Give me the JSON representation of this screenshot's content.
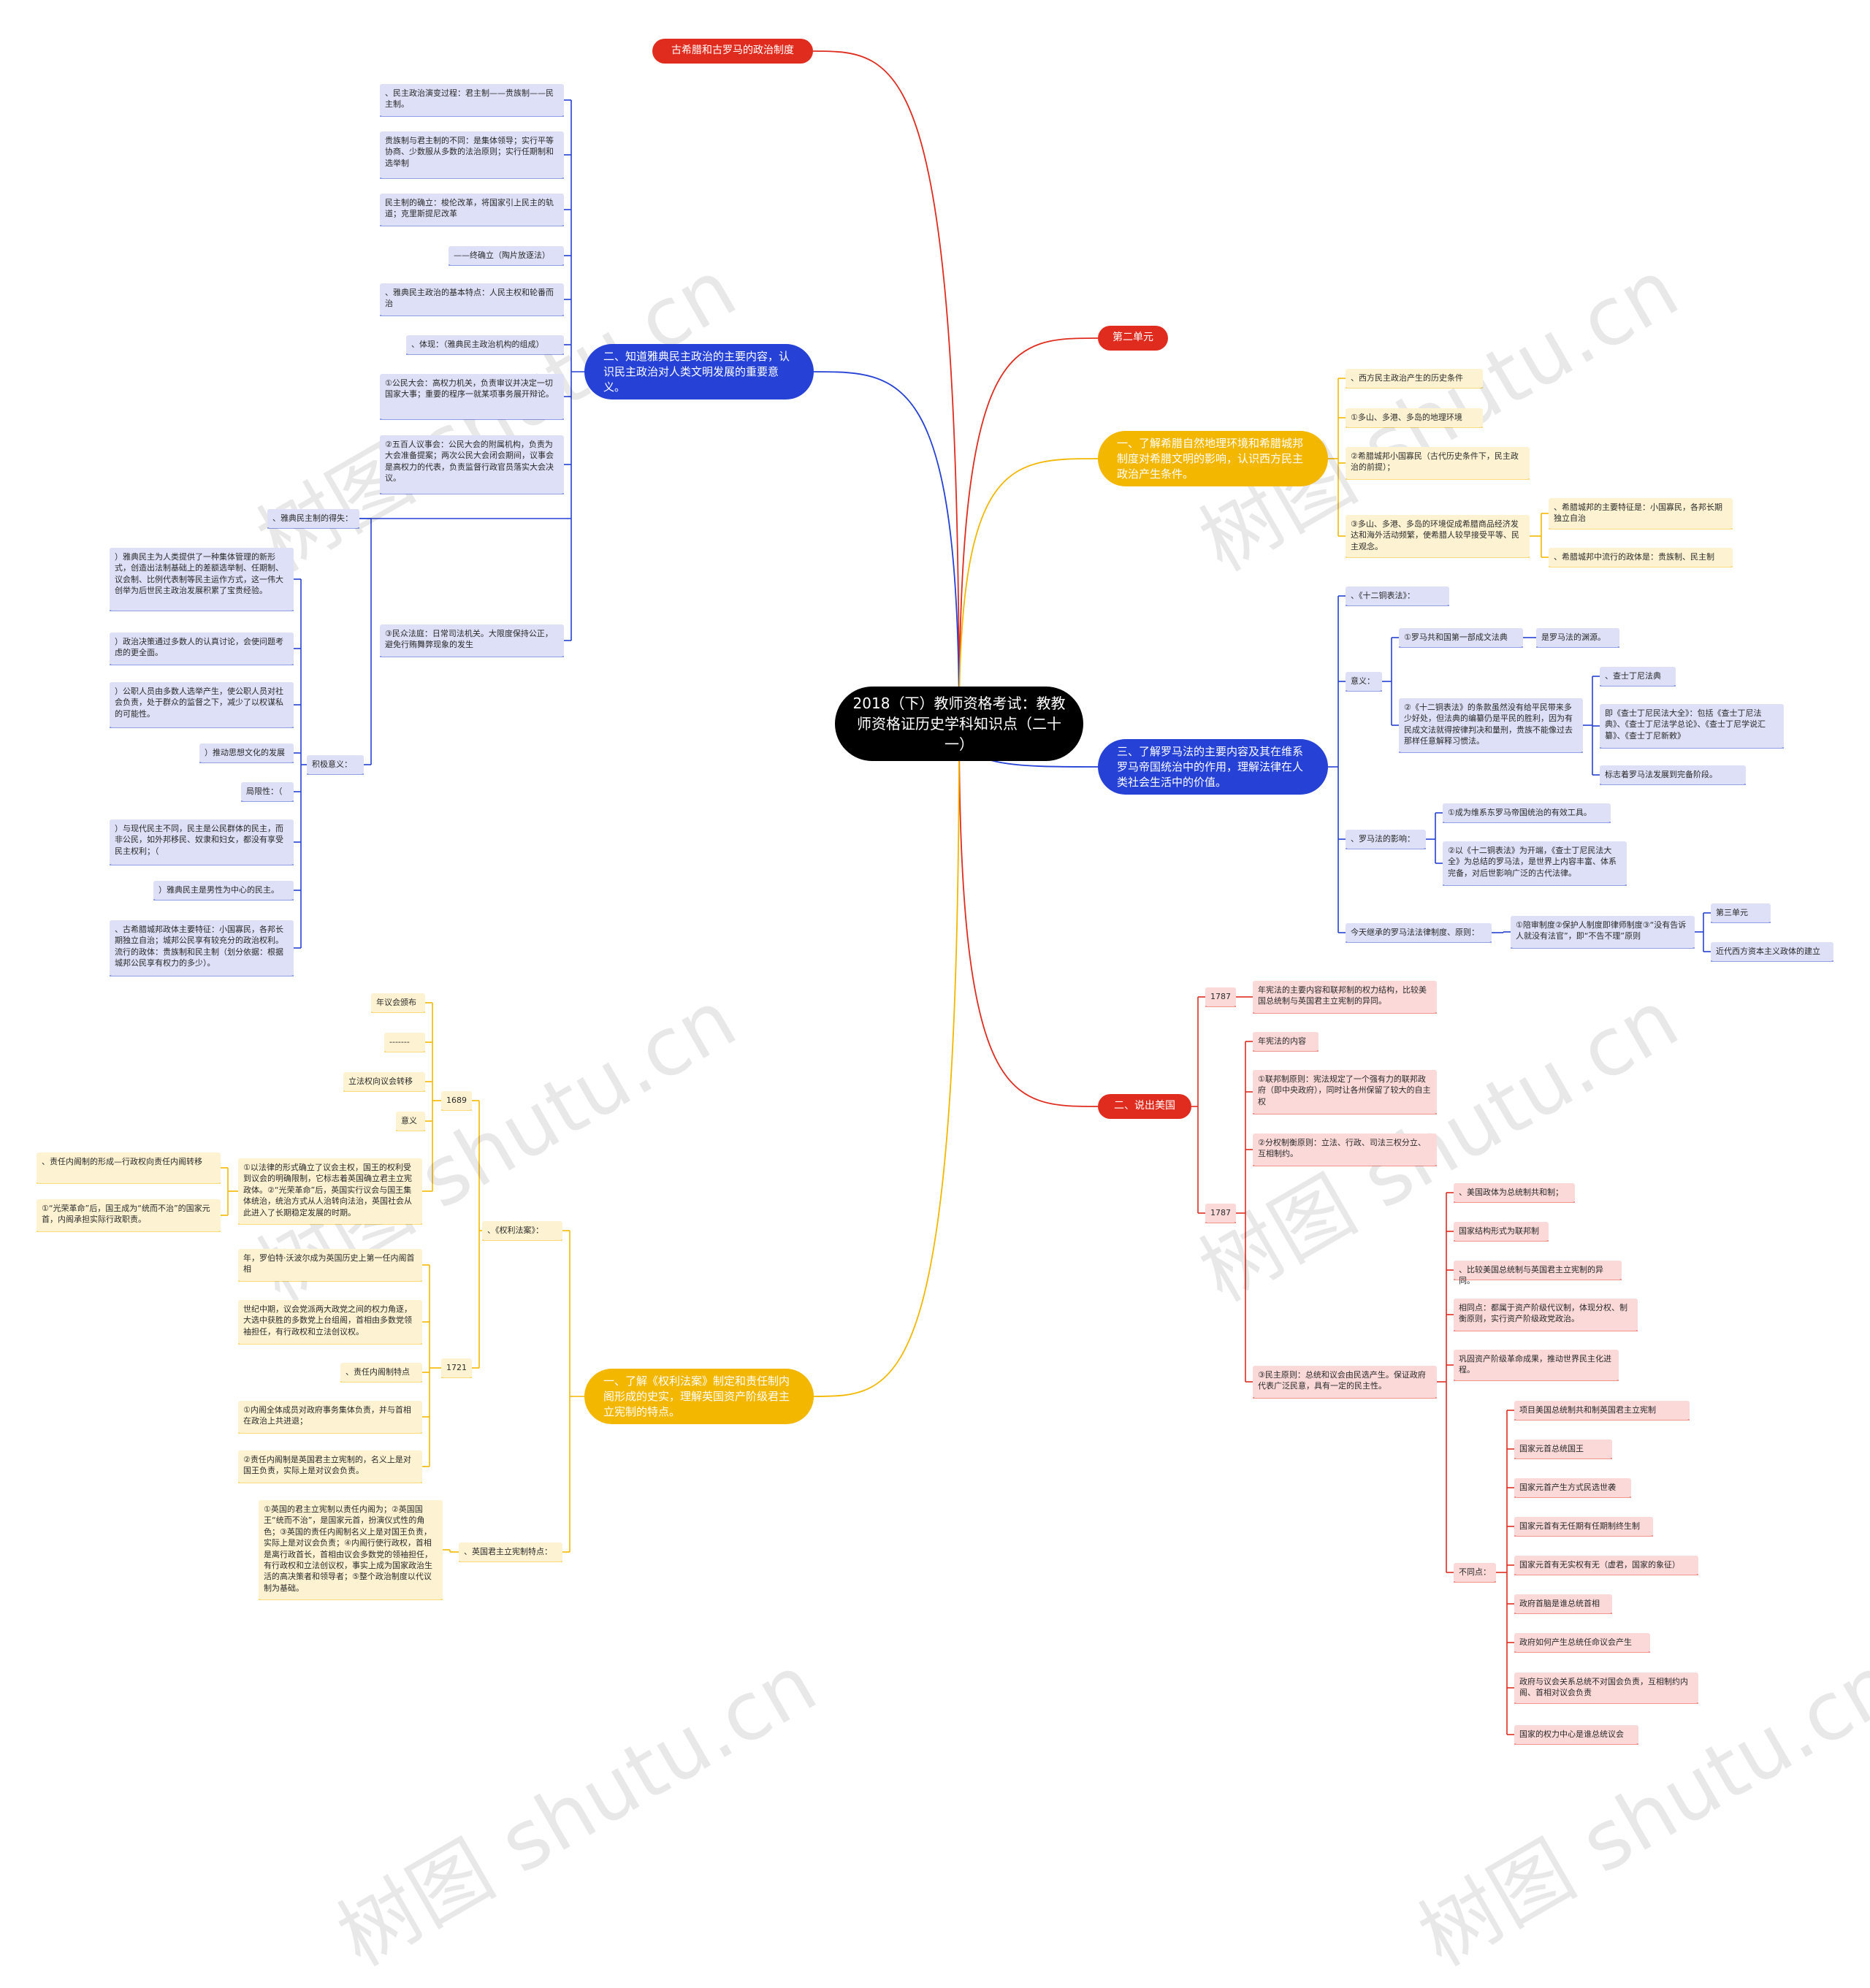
{
  "root": "2018（下）教师资格考试：教教师资格证历史学科知识点（二十一）",
  "branches": {
    "greek": "古希腊和古罗马的政治制度",
    "unit2": "第二单元",
    "athens": "二、知道雅典民主政治的主要内容，认识民主政治对人类文明发展的重要意义。",
    "greece_geo": "一、了解希腊自然地理环境和希腊城邦制度对希腊文明的影响，认识西方民主政治产生条件。",
    "rome": "三、了解罗马法的主要内容及其在维系罗马帝国统治中的作用，理解法律在人类社会生活中的价值。",
    "usa": "二、说出美国",
    "britain": "一、了解《权利法案》制定和责任制内阁形成的史实，理解英国资产阶级君主立宪制的特点。"
  },
  "athens": {
    "items": [
      "、民主政治演变过程：君主制——贵族制——民主制。",
      "贵族制与君主制的不同：是集体领导；实行平等协商、少数服从多数的法治原则；实行任期制和选举制",
      "民主制的确立：梭伦改革，将国家引上民主的轨道；克里斯提尼改革",
      "——终确立（陶片放逐法）",
      "、雅典民主政治的基本特点：人民主权和轮番而治",
      "、体现：（雅典民主政治机构的组成）",
      "①公民大会：高权力机关，负责审议并决定一切国家大事；重要的程序一就某项事务展开辩论。",
      "②五百人议事会：公民大会的附属机构，负责为大会准备提案；两次公民大会闭会期间，议事会是高权力的代表，负责监督行政官员落实大会决议。",
      "③民众法庭：日常司法机关。大限度保持公正，避免行贿舞弊现象的发生"
    ],
    "deshi": "、雅典民主制的得失：",
    "jiji": "积极意义：",
    "jiji_items": [
      "）雅典民主为人类提供了一种集体管理的新形式，创造出法制基础上的差额选举制、任期制、议会制、比例代表制等民主运作方式，这一伟大创举为后世民主政治发展积累了宝贵经验。",
      "）政治决策通过多数人的认真讨论，会使问题考虑的更全面。",
      "）公职人员由多数人选举产生，使公职人员对社会负责，处于群众的监督之下，减少了以权谋私的可能性。",
      "）推动思想文化的发展",
      "局限性：（",
      "）与现代民主不同，民主是公民群体的民主，而非公民，如外邦移民、奴隶和妇女，都没有享受民主权利；（",
      "）雅典民主是男性为中心的民主。",
      "、古希腊城邦政体主要特征：小国寡民，各邦长期独立自治；城邦公民享有较充分的政治权利。流行的政体：贵族制和民主制（划分依据：根据城邦公民享有权力的多少）。"
    ]
  },
  "greece_geo": {
    "items": [
      "、西方民主政治产生的历史条件",
      "①多山、多港、多岛的地理环境",
      "②希腊城邦小国寡民（古代历史条件下，民主政治的前提）；",
      "③多山、多港、多岛的环境促成希腊商品经济发达和海外活动频繁，使希腊人较早接受平等、民主观念。"
    ],
    "sub": [
      "、希腊城邦的主要特征是：小国寡民，各邦长期独立自治",
      "、希腊城邦中流行的政体是：贵族制、民主制"
    ]
  },
  "rome": {
    "twelve": "、《十二铜表法》：",
    "yiyi": "意义：",
    "first": "①罗马共和国第一部成文法典",
    "first_res": "是罗马法的渊源。",
    "second": "②《十二铜表法》的条款虽然没有给平民带来多少好处，但法典的编纂仍是平民的胜利，因为有民成文法就得按律判决和量刑，贵族不能像过去那样任意解释习惯法。",
    "just": "、查士丁尼法典",
    "just_content": "即《查士丁尼民法大全》：包括《查士丁尼法典》、《查士丁尼法学总论》、《查士丁尼学说汇纂》、《查士丁尼新敕》",
    "just_mark": "标志着罗马法发展到完备阶段。",
    "influence": "、罗马法的影响：",
    "inf1": "①成为维系东罗马帝国统治的有效工具。",
    "inf2": "②以《十二铜表法》为开端，《查士丁尼民法大全》为总结的罗马法，是世界上内容丰富、体系完备，对后世影响广泛的古代法律。",
    "today": "今天继承的罗马法法律制度、原则：",
    "today_content": "①陪审制度②保护人制度即律师制度③“没有告诉人就没有法官”，即“不告不理”原则",
    "unit3": "第三单元",
    "modern": "近代西方资本主义政体的建立"
  },
  "usa": {
    "y1787a": "1787",
    "y1787a_content": "年宪法的主要内容和联邦制的权力结构，比较美国总统制与英国君主立宪制的异同。",
    "y1787b": "1787",
    "constitution": "年宪法的内容",
    "fed": "①联邦制原则：宪法规定了一个强有力的联邦政府（即中央政府），同时让各州保留了较大的自主权",
    "sep": "②分权制衡原则：立法、行政、司法三权分立、互相制约。",
    "demo": "③民主原则：总统和议会由民选产生。保证政府代表广泛民意，具有一定的民主性。",
    "demo_items": [
      "、美国政体为总统制共和制；",
      "国家结构形式为联邦制",
      "、比较美国总统制与英国君主立宪制的异同。",
      "相同点：都属于资产阶级代议制，体现分权、制衡原则，实行资产阶级政党政治。",
      "巩固资产阶级革命成果，推动世界民主化进程。"
    ],
    "diff": "不同点：",
    "diff_items": [
      "项目美国总统制共和制英国君主立宪制",
      "国家元首总统国王",
      "国家元首产生方式民选世袭",
      "国家元首有无任期有任期制终生制",
      "国家元首有无实权有无（虚君，国家的象征）",
      "政府首脑是谁总统首相",
      "政府如何产生总统任命议会产生",
      "政府与议会关系总统不对国会负责，互相制约内阁、首相对议会负责",
      "国家的权力中心是谁总统议会"
    ]
  },
  "britain": {
    "bill": "、《权利法案》：",
    "y1689": "1689",
    "y1689_items": [
      "年议会颁布",
      "-------",
      "立法权向议会转移",
      "意义"
    ],
    "meaning": "①以法律的形式确立了议会主权，国王的权利受到议会的明确限制，它标志着英国确立君主立宪政体。②“光荣革命”后，英国实行议会与国王集体统治，统治方式从人治转向法治，英国社会从此进入了长期稳定发展的时期。",
    "meaning_items": [
      "、责任内阁制的形成—行政权向责任内阁转移",
      "①“光荣革命”后，国王成为“统而不治”的国家元首，内阁承担实际行政职责。"
    ],
    "y1721": "1721",
    "y1721_items": [
      "年，罗伯特·沃波尔成为英国历史上第一任内阁首相",
      "世纪中期，议会党派两大政党之间的权力角逐，大选中获胜的多数党上台组阁，首相由多数党领袖担任，有行政权和立法创议权。",
      "、责任内阁制特点",
      "①内阁全体成员对政府事务集体负责，并与首相在政治上共进退；",
      "②责任内阁制是英国君主立宪制的，名义上是对国王负责，实际上是对议会负责。"
    ],
    "features": "、英国君主立宪制特点：",
    "features_content": "①英国的君主立宪制以责任内阁为；②英国国王“统而不治”，是国家元首，扮演仪式性的角色；③英国的责任内阁制名义上是对国王负责，实际上是对议会负责；④内阁行使行政权，首相是离行政首长，首相由议会多数党的领袖担任，有行政权和立法创议权，事实上成为国家政治生活的高决策者和领导者；⑤整个政治制度以代议制为基础。"
  },
  "watermark": "树图 shutu.cn",
  "colors": {
    "red": "#e02c1f",
    "blue": "#2541d6",
    "yellow": "#f3b700"
  }
}
